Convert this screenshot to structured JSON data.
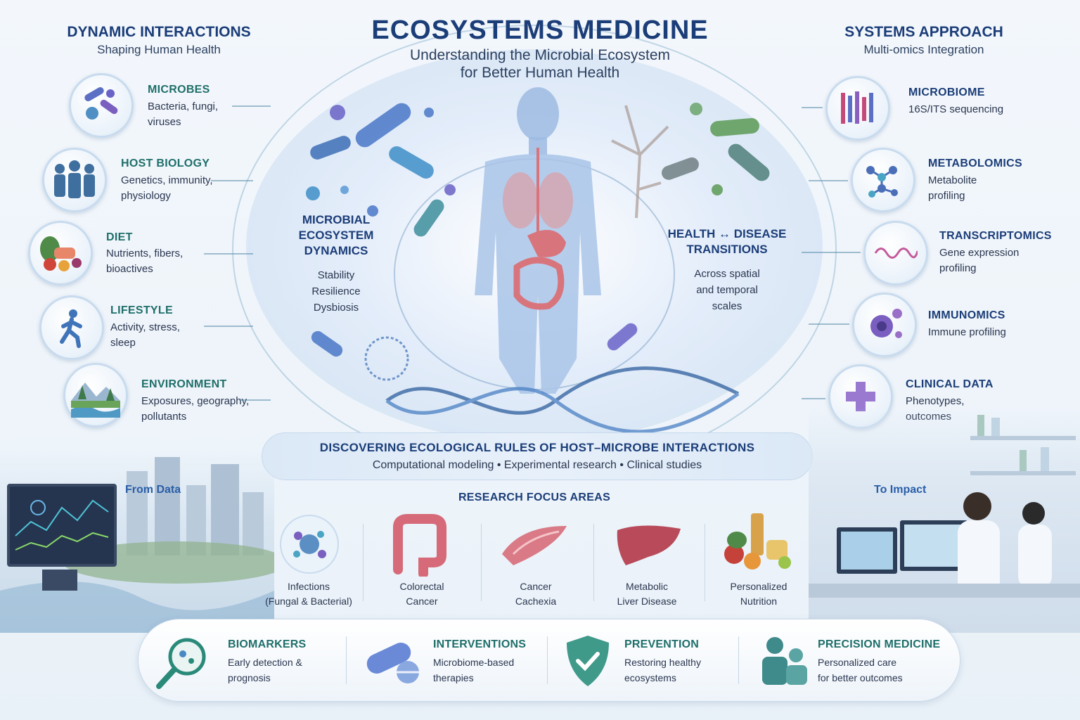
{
  "title": "ECOSYSTEMS MEDICINE",
  "subtitle_line1": "Understanding the Microbial Ecosystem",
  "subtitle_line2": "for Better Human Health",
  "left_panel": {
    "heading": "DYNAMIC INTERACTIONS",
    "subheading": "Shaping Human Health",
    "items": [
      {
        "title": "MICROBES",
        "desc1": "Bacteria, fungi,",
        "desc2": "viruses",
        "icon": "microbes-icon"
      },
      {
        "title": "HOST BIOLOGY",
        "desc1": "Genetics, immunity,",
        "desc2": "physiology",
        "icon": "people-icon"
      },
      {
        "title": "DIET",
        "desc1": "Nutrients, fibers,",
        "desc2": "bioactives",
        "icon": "food-icon"
      },
      {
        "title": "LIFESTYLE",
        "desc1": "Activity, stress,",
        "desc2": "sleep",
        "icon": "runner-icon"
      },
      {
        "title": "ENVIRONMENT",
        "desc1": "Exposures, geography,",
        "desc2": "pollutants",
        "icon": "landscape-icon"
      }
    ]
  },
  "right_panel": {
    "heading": "SYSTEMS APPROACH",
    "subheading": "Multi-omics Integration",
    "items": [
      {
        "title": "MICROBIOME",
        "desc1": "16S/ITS sequencing",
        "desc2": "",
        "icon": "sequencing-icon"
      },
      {
        "title": "METABOLOMICS",
        "desc1": "Metabolite",
        "desc2": "profiling",
        "icon": "molecule-icon"
      },
      {
        "title": "TRANSCRIPTOMICS",
        "desc1": "Gene expression",
        "desc2": "profiling",
        "icon": "wave-icon"
      },
      {
        "title": "IMMUNOMICS",
        "desc1": "Immune profiling",
        "desc2": "",
        "icon": "immune-cell-icon"
      },
      {
        "title": "CLINICAL DATA",
        "desc1": "Phenotypes,",
        "desc2": "outcomes",
        "icon": "medical-cross-icon"
      }
    ]
  },
  "center": {
    "left_heading": [
      "MICROBIAL",
      "ECOSYSTEM",
      "DYNAMICS"
    ],
    "left_desc": [
      "Stability",
      "Resilience",
      "Dysbiosis"
    ],
    "right_heading": [
      "HEALTH ↔ DISEASE",
      "TRANSITIONS"
    ],
    "right_desc": [
      "Across spatial",
      "and temporal",
      "scales"
    ]
  },
  "band": {
    "title": "DISCOVERING ECOLOGICAL RULES OF HOST–MICROBE INTERACTIONS",
    "subtitle": "Computational modeling  •  Experimental research  •  Clinical studies"
  },
  "flow": {
    "from": "From Data",
    "to": "To Impact"
  },
  "focus": {
    "title": "RESEARCH FOCUS AREAS",
    "areas": [
      {
        "line1": "Infections",
        "line2": "(Fungal & Bacterial)",
        "icon": "pathogen-icon"
      },
      {
        "line1": "Colorectal",
        "line2": "Cancer",
        "icon": "colon-icon"
      },
      {
        "line1": "Cancer",
        "line2": "Cachexia",
        "icon": "muscle-icon"
      },
      {
        "line1": "Metabolic",
        "line2": "Liver Disease",
        "icon": "liver-icon"
      },
      {
        "line1": "Personalized",
        "line2": "Nutrition",
        "icon": "nutrition-icon"
      }
    ]
  },
  "outcomes": [
    {
      "title": "BIOMARKERS",
      "desc1": "Early detection &",
      "desc2": "prognosis",
      "icon": "magnifier-icon"
    },
    {
      "title": "INTERVENTIONS",
      "desc1": "Microbiome-based",
      "desc2": "therapies",
      "icon": "pill-icon"
    },
    {
      "title": "PREVENTION",
      "desc1": "Restoring healthy",
      "desc2": "ecosystems",
      "icon": "shield-check-icon"
    },
    {
      "title": "PRECISION MEDICINE",
      "desc1": "Personalized care",
      "desc2": "for better outcomes",
      "icon": "family-icon"
    }
  ],
  "colors": {
    "title_blue": "#1b3d78",
    "teal": "#1f6f6a",
    "flow_blue": "#2a5ea8"
  }
}
